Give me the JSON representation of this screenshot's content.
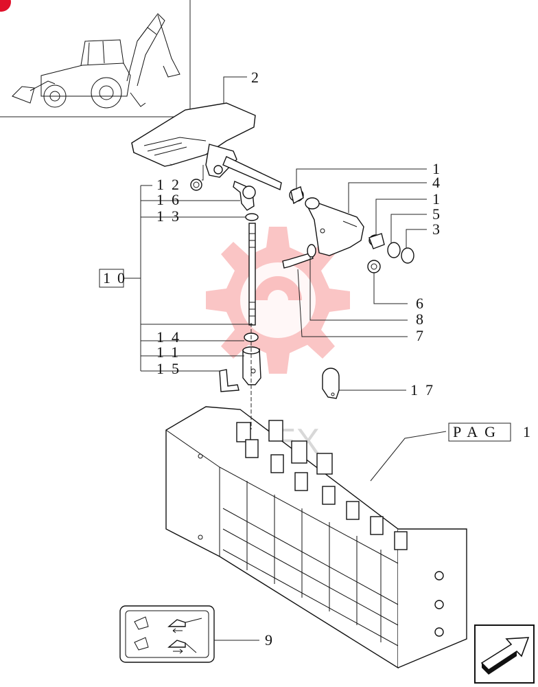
{
  "callouts": {
    "c2": "2",
    "c1a": "1",
    "c4": "4",
    "c1b": "1",
    "c5": "5",
    "c3": "3",
    "c6": "6",
    "c8": "8",
    "c7": "7",
    "c12": "12",
    "c16": "16",
    "c13": "13",
    "c10": "10",
    "c14": "14",
    "c11": "11",
    "c15": "15",
    "c17": "17",
    "c9": "9"
  },
  "page_ref": {
    "label": "PAG",
    "number": "1"
  },
  "watermark_text": "ИНТЕХ",
  "colors": {
    "watermark": "#f05a5a",
    "line": "#222222",
    "corner_badge": "#e0102a"
  },
  "icons": {
    "next_page": "arrow-next-page-icon",
    "thumbnail": "backhoe-loader-thumbnail"
  }
}
